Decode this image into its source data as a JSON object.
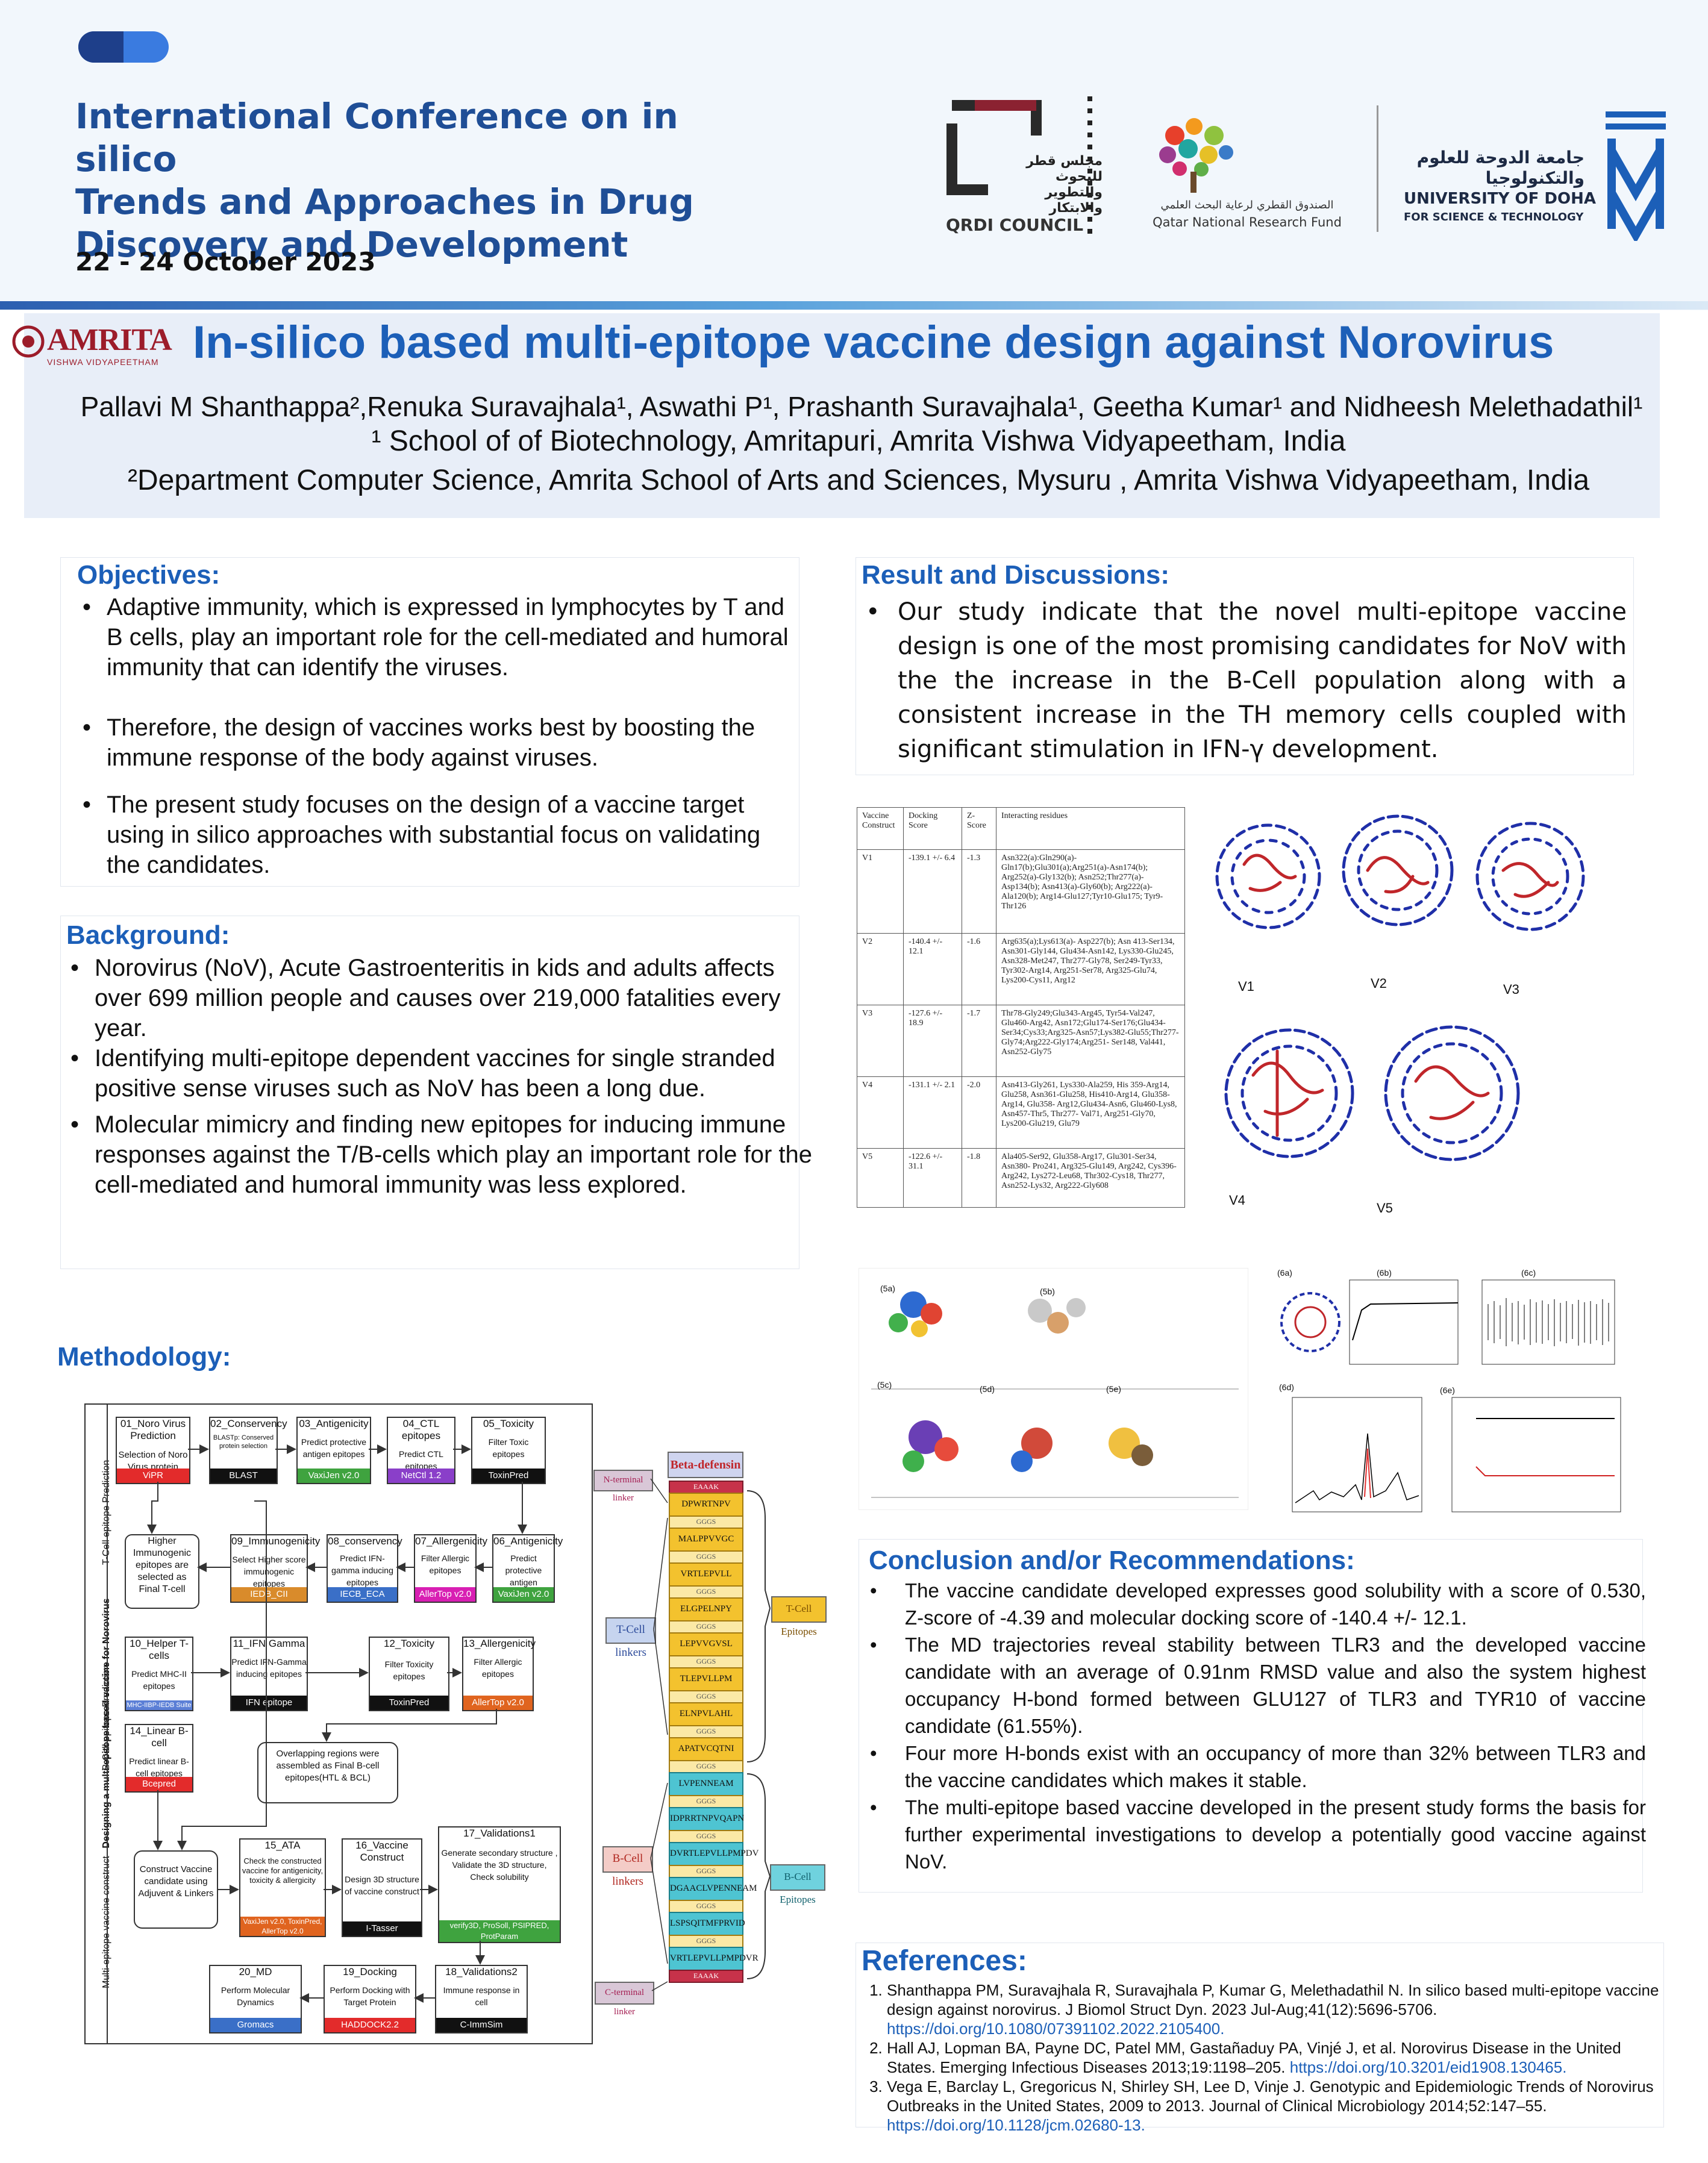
{
  "header": {
    "conference_title_lines": [
      "International Conference on in silico",
      "Trends and Approaches in Drug",
      "Discovery and Development"
    ],
    "date": "22 - 24 October 2023",
    "qrdi_label": "QRDI COUNCIL",
    "qrdi_arabic": "مجلس قطر للبحوث والتطوير والابتكار",
    "qnrf_label": "Qatar National Research Fund",
    "qnrf_arabic": "الصندوق القطري لرعاية البحث العلمي",
    "udst_arabic": "جامعة الدوحة للعلوم والتكنولوجيا",
    "udst_line1": "UNIVERSITY OF DOHA",
    "udst_line2": "FOR SCIENCE & TECHNOLOGY",
    "amrita_logo": "AMRITA",
    "amrita_sub": "VISHWA VIDYAPEETHAM"
  },
  "title": "In-silico based multi-epitope vaccine design against Norovirus",
  "authors": "Pallavi M Shanthappa²,Renuka Suravajhala¹, Aswathi P¹, Prashanth Suravajhala¹, Geetha Kumar¹ and Nidheesh Melethadathil¹",
  "affiliations": [
    "¹ School of of Biotechnology, Amritapuri, Amrita Vishwa Vidyapeetham, India",
    "²Department Computer Science, Amrita School of Arts and Sciences, Mysuru , Amrita Vishwa Vidyapeetham, India"
  ],
  "objectives": {
    "heading": "Objectives:",
    "items": [
      "Adaptive immunity, which is expressed in lymphocytes by T and B cells, play an important role for the cell-mediated and humoral immunity that can identify the viruses.",
      "Therefore, the design of vaccines works best by boosting the immune response of the body against viruses.",
      "The present study focuses on the design of a vaccine target using in silico approaches with substantial focus on validating the candidates."
    ]
  },
  "background": {
    "heading": "Background:",
    "items": [
      "Norovirus (NoV), Acute Gastroenteritis in kids and adults affects over 699 million people and causes over 219,000 fatalities every year.",
      "Identifying multi-epitope dependent vaccines for single stranded positive sense viruses such as NoV has been a long due.",
      "Molecular mimicry and finding new epitopes for inducing immune responses against the T/B-cells which play an important role for the cell-mediated and humoral immunity was less explored."
    ]
  },
  "results": {
    "heading": "Result and Discussions:",
    "text": "Our study indicate that the novel multi-epitope vaccine design is one of the most promising candidates for NoV with the the increase in the B-Cell population along with a consistent increase in the TH memory cells coupled with significant stimulation in IFN-γ development."
  },
  "docking_table": {
    "headers": [
      "Vaccine Construct",
      "Docking Score",
      "Z-Score",
      "Interacting residues"
    ],
    "rows": [
      [
        "V1",
        "-139.1 +/- 6.4",
        "-1.3",
        "Asn322(a):Gln290(a)-Gln17(b);Glu301(a);Arg251(a)-Asn174(b); Arg252(a)-Gly132(b); Asn252;Thr277(a)-Asp134(b); Asn413(a)-Gly60(b); Arg222(a)-Ala120(b); Arg14-Glu127;Tyr10-Glu175; Tyr9-Thr126"
      ],
      [
        "V2",
        "-140.4 +/- 12.1",
        "-1.6",
        "Arg635(a);Lys613(a)- Asp227(b); Asn 413-Ser134, Asn301-Gly144, Glu434-Asn142, Lys330-Glu245, Asn328-Met247, Thr277-Gly78, Ser249-Tyr33, Tyr302-Arg14, Arg251-Ser78, Arg325-Glu74, Lys200-Cys11, Arg12"
      ],
      [
        "V3",
        "-127.6 +/- 18.9",
        "-1.7",
        "Thr78-Gly249;Glu343-Arg45, Tyr54-Val247, Glu460-Arg42, Asn172;Glu174-Ser176;Glu434-Ser34;Cys33;Arg325-Asn57;Lys382-Glu55;Thr277-Gly74;Arg222-Gly174;Arg251- Ser148, Val441, Asn252-Gly75"
      ],
      [
        "V4",
        "-131.1 +/- 2.1",
        "-2.0",
        "Asn413-Gly261, Lys330-Ala259, His 359-Arg14, Glu258, Asn361-Glu258, His410-Arg14, Glu358-Arg14, Glu358- Arg12,Glu434-Asn6, Glu460-Lys8, Asn457-Thr5, Thr277- Val71, Arg251-Gly70, Lys200-Glu219, Glu79"
      ],
      [
        "V5",
        "-122.6 +/- 31.1",
        "-1.8",
        "Ala405-Ser92, Glu358-Arg17, Glu301-Ser34, Asn380- Pro241, Arg325-Glu149, Arg242, Cys396-Arg242, Lys272-Leu68, Thr302-Cys18, Thr277, Asn252-Lys32, Arg222-Gly608"
      ]
    ]
  },
  "structure_labels": [
    "V1",
    "V2",
    "V3",
    "V4",
    "V5"
  ],
  "md_labels": [
    "(5a)",
    "(5b)",
    "(5c)",
    "(5d)",
    "(5e)",
    "(6a)",
    "(6b)",
    "(6c)",
    "(6d)",
    "(6e)"
  ],
  "methodology": {
    "heading": "Methodology:",
    "side_label_main": "Designing a multi-epitope based vaccine for Norovirus",
    "side_label_t": "T-Cell epitope Prediction",
    "side_label_b": "B-Cell epitope Prediction",
    "side_label_mv": "Multi-epitope vaccine construct",
    "steps": [
      {
        "title": "01_Noro Virus Prediction",
        "desc": "Selection of Noro Virus protein",
        "tool": "ViPR"
      },
      {
        "title": "02_Conservency",
        "desc": "BLASTp: Conserved protein selection",
        "tool": "BLAST"
      },
      {
        "title": "03_Antigenicity",
        "desc": "Predict protective antigen epitopes",
        "tool": "VaxiJen v2.0"
      },
      {
        "title": "04_CTL epitopes",
        "desc": "Predict CTL epitopes",
        "tool": "NetCtl 1.2"
      },
      {
        "title": "05_Toxicity",
        "desc": "Filter Toxic epitopes",
        "tool": "ToxinPred"
      },
      {
        "title": "09_Immunogenicity",
        "desc": "Select Higher score immunogenic epitopes",
        "tool": "IEDB_CII"
      },
      {
        "title": "08_conservency",
        "desc": "Predict IFN-gamma inducing epitopes",
        "tool": "IECB_ECA"
      },
      {
        "title": "07_Allergenicity",
        "desc": "Filter Allergic epitopes",
        "tool": "AllerTop v2.0"
      },
      {
        "title": "06_Antigenicity",
        "desc": "Predict protective antigen epitopes",
        "tool": "VaxiJen v2.0"
      },
      {
        "title": "10_Helper T-cells",
        "desc": "Predict MHC-II epitopes",
        "tool": "MHC-IIBP-IEDB Suite"
      },
      {
        "title": "11_IFN Gamma",
        "desc": "Predict IFN-Gamma inducing epitopes",
        "tool": "IFN epitope"
      },
      {
        "title": "12_Toxicity",
        "desc": "Filter Toxicity epitopes",
        "tool": "ToxinPred"
      },
      {
        "title": "13_Allergenicity",
        "desc": "Filter Allergic epitopes",
        "tool": "AllerTop v2.0"
      },
      {
        "title": "14_Linear B-cell",
        "desc": "Predict linear B-cell epitopes",
        "tool": "Bcepred"
      },
      {
        "title": "15_ATA",
        "desc": "Check the constructed vaccine for antigenicity, toxicity & allergicity",
        "tool": "VaxiJen v2.0, ToxinPred, AllerTop v2.0"
      },
      {
        "title": "16_Vaccine Construct",
        "desc": "Design 3D structure of vaccine construct",
        "tool": "I-Tasser"
      },
      {
        "title": "17_Validations1",
        "desc": "Generate secondary structure , Validate the 3D structure, Check solubility",
        "tool": "verify3D, ProSoll, PSIPRED, ProtParam"
      },
      {
        "title": "20_MD",
        "desc": "Perform Molecular Dynamics",
        "tool": "Gromacs"
      },
      {
        "title": "19_Docking",
        "desc": "Perform Docking with Target Protein",
        "tool": "HADDOCK2.2"
      },
      {
        "title": "18_Validations2",
        "desc": "Immune response in cell",
        "tool": "C-ImmSim"
      }
    ],
    "higher_box": "Higher Immunogenic epitopes are selected as Final T-cell",
    "overlap_box": "Overlapping regions were assembled as Final B-cell epitopes(HTL & BCL)",
    "construct_box": "Construct Vaccine candidate using Adjuvent & Linkers"
  },
  "construct": {
    "beta": "Beta-defensin",
    "n_term": "N-terminal linker",
    "t_linkers": "T-Cell linkers",
    "b_linkers": "B-Cell linkers",
    "c_term": "C-terminal linker",
    "t_epi": "T-Cell Epitopes",
    "b_epi": "B-Cell Epitopes",
    "seqs": [
      "EAAAK",
      "DPWRTNPV",
      "GGGS",
      "MALPPVVGC",
      "GGGS",
      "VRTLEPVLL",
      "GGGS",
      "ELGPELNPY",
      "GGGS",
      "LEPVVGVSL",
      "GGGS",
      "TLEPVLLPM",
      "GGGS",
      "ELNPVLAHL",
      "GGGS",
      "APATVCQTNI",
      "GGGS",
      "LVPENNEAM",
      "GGGS",
      "IDPRRTNPVQAPN",
      "GGGS",
      "DVRTLEPVLLPMPDV",
      "GGGS",
      "DGAACLVPENNEAM",
      "GGGS",
      "LSPSQITMFPRVID",
      "GGGS",
      "VRTLEPVLLPMPDVR",
      "EAAAK"
    ]
  },
  "conclusion": {
    "heading": "Conclusion and/or Recommendations:",
    "items": [
      "The vaccine candidate developed expresses good solubility with a score of 0.530, Z-score of -4.39 and molecular docking score of -140.4 +/- 12.1.",
      "The MD trajectories reveal stability between TLR3 and the developed vaccine candidate with an average of 0.91nm RMSD value and also the system highest occupancy H-bond formed between GLU127 of TLR3 and TYR10 of vaccine candidate (61.55%).",
      "Four more H-bonds exist with an occupancy of more than 32% between TLR3 and the vaccine candidates which makes it stable.",
      "The multi-epitope based vaccine developed in the present study forms the basis for further experimental investigations to develop a potentially good vaccine against NoV."
    ]
  },
  "references": {
    "heading": "References:",
    "items": [
      {
        "text": "Shanthappa PM, Suravajhala R, Suravajhala P, Kumar G, Melethadathil N. In silico based multi-epitope vaccine design against norovirus. J Biomol Struct Dyn. 2023 Jul-Aug;41(12):5696-5706. ",
        "link": "https://doi.org/10.1080/07391102.2022.2105400."
      },
      {
        "text": "Hall AJ, Lopman BA, Payne DC, Patel MM, Gastañaduy PA, Vinjé J, et al. Norovirus Disease in the United States. Emerging Infectious Diseases 2013;19:1198–205. ",
        "link": "https://doi.org/10.3201/eid1908.130465."
      },
      {
        "text": "Vega E, Barclay L, Gregoricus N, Shirley SH, Lee D, Vinje J. Genotypic and Epidemiologic Trends of Norovirus Outbreaks in the United States, 2009 to 2013. Journal of Clinical Microbiology 2014;52:147–55. ",
        "link": "https://doi.org/10.1128/jcm.02680-13."
      }
    ]
  }
}
